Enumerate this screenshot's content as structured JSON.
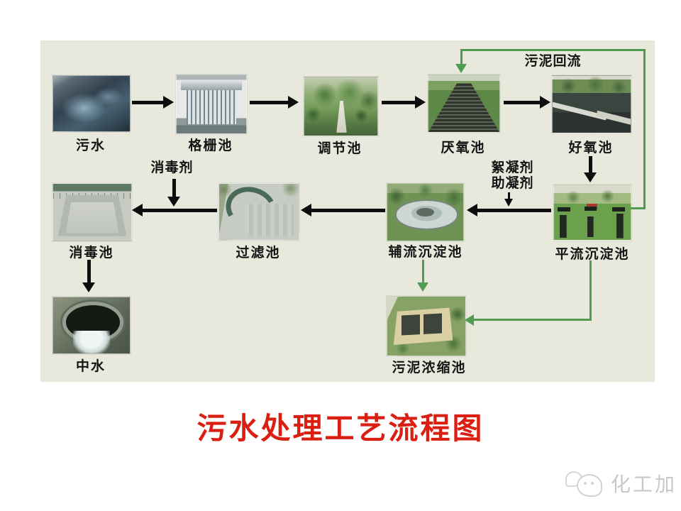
{
  "title": "污水处理工艺流程图",
  "nodes": {
    "sewage": {
      "label": "污水"
    },
    "grid_pool": {
      "label": "格栅池"
    },
    "regulating_pool": {
      "label": "调节池"
    },
    "anaerobic_pool": {
      "label": "厌氧池"
    },
    "aerobic_pool": {
      "label": "好氧池"
    },
    "horizontal_sedimentation_pool": {
      "label": "平流沉淀池"
    },
    "radial_sedimentation_pool": {
      "label": "辅流沉淀池"
    },
    "filter_pool": {
      "label": "过滤池"
    },
    "disinfection_pool": {
      "label": "消毒池"
    },
    "reclaimed_water": {
      "label": "中水"
    },
    "sludge_thickening_pool": {
      "label": "污泥浓缩池"
    }
  },
  "annotations": {
    "sludge_return": "污泥回流",
    "disinfectant": "消毒剂",
    "flocculant": "絮凝剂",
    "coagulant_aid": "助凝剂"
  },
  "watermark": {
    "brand": "化工加"
  },
  "colors": {
    "panel_background": "#e8e8dc",
    "flow_line_green": "#4f9d52",
    "arrow_black": "#0d0d0d",
    "title_red": "#da1f12",
    "watermark_gray": "#c9c9c9"
  }
}
